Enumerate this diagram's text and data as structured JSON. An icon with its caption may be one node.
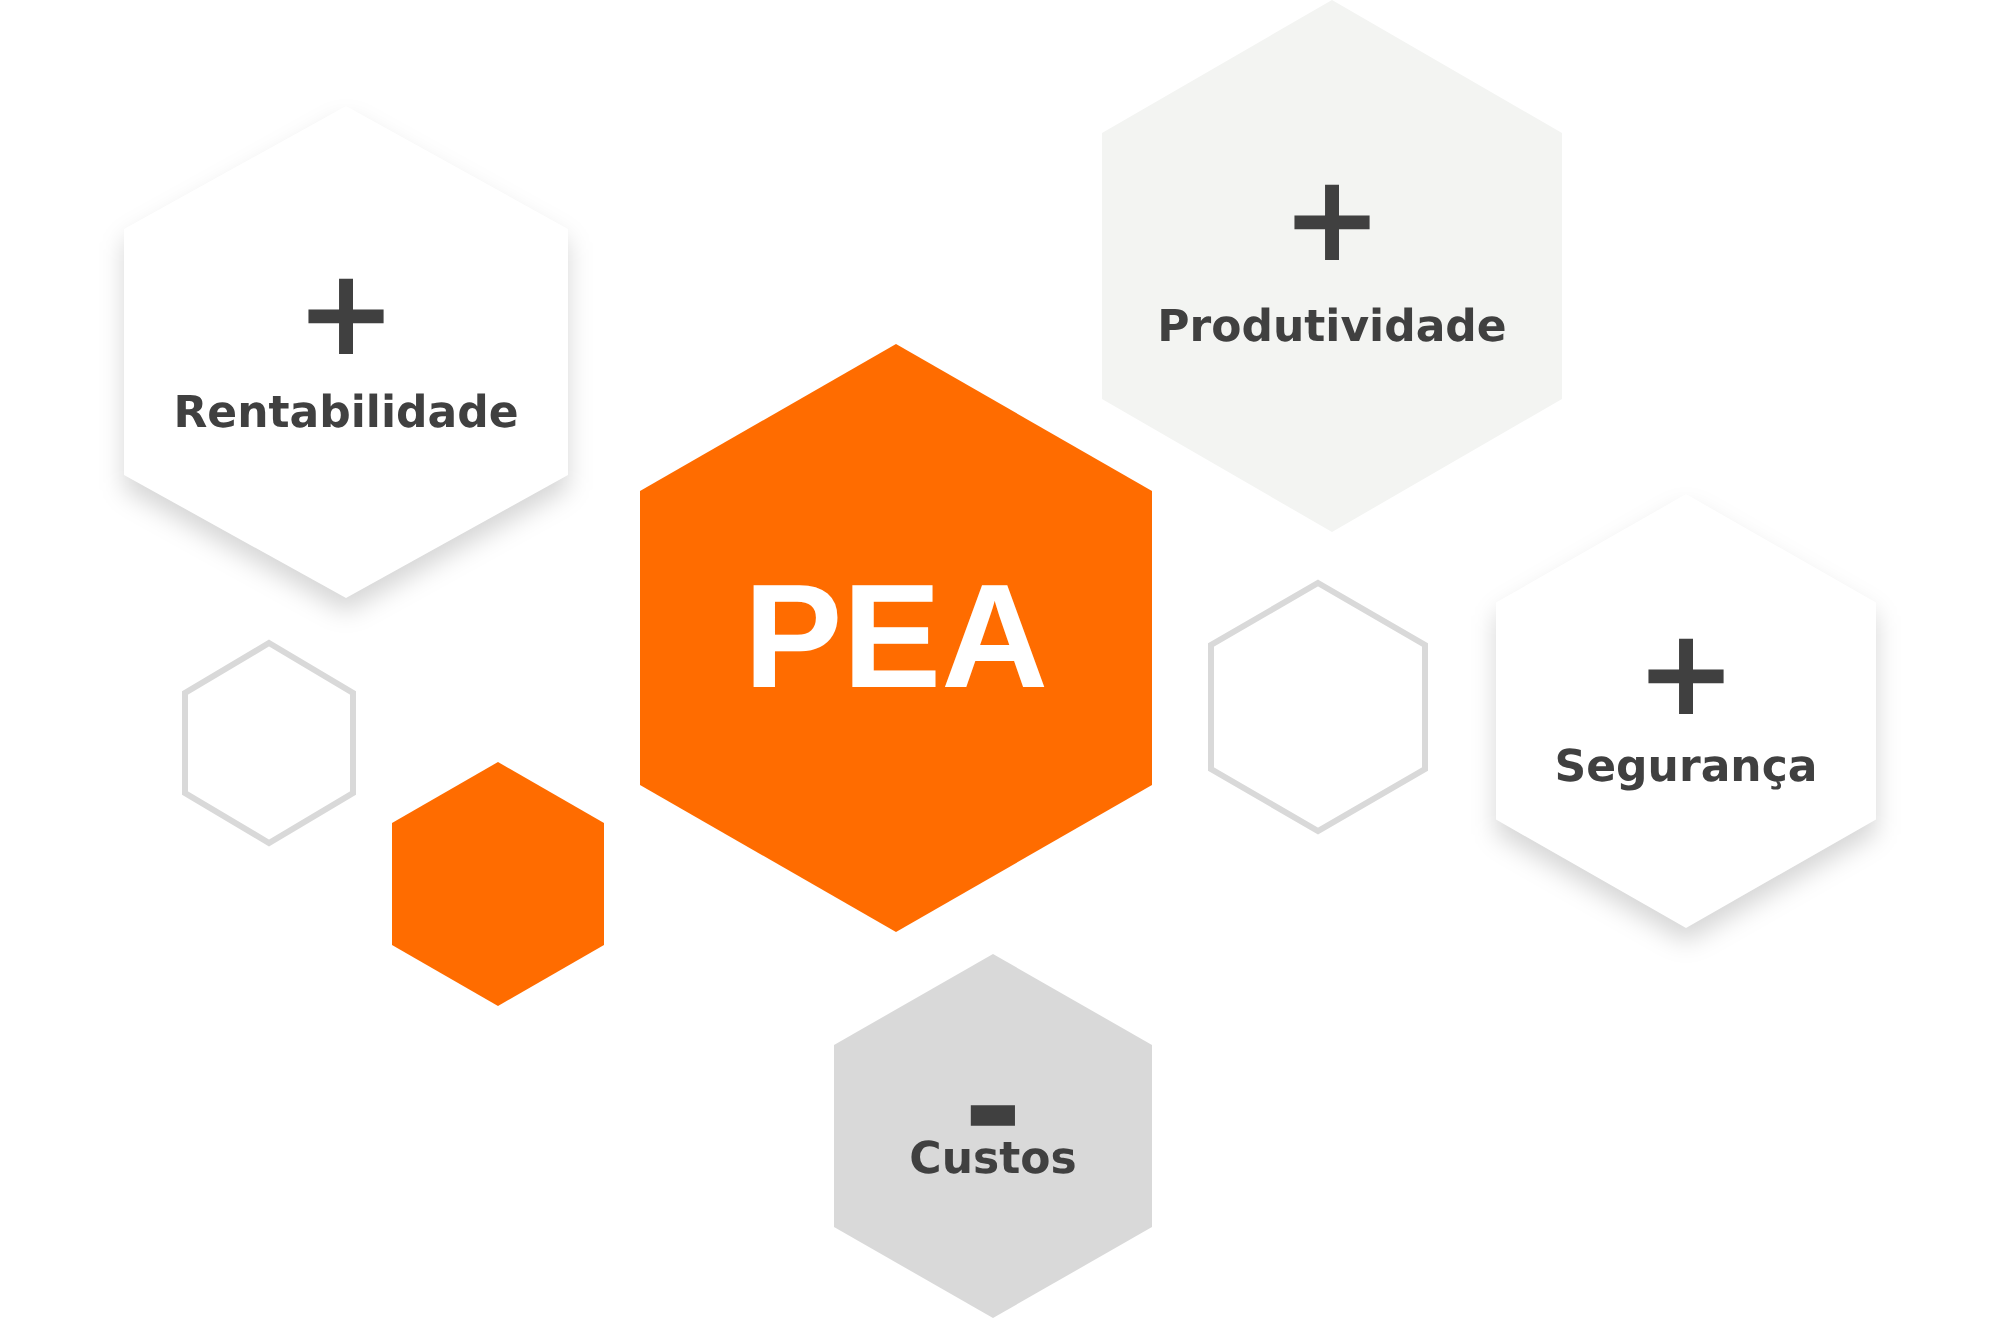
{
  "diagram": {
    "nodes": [
      {
        "text": [
          "+",
          "Rentabilidade"
        ]
      },
      {
        "text": [
          "+",
          "Produtividade"
        ]
      },
      {
        "text": [],
        "shape": "hexagon"
      },
      {
        "text": [
          "PEA"
        ]
      },
      {
        "text": [],
        "shape": "hexagon"
      },
      {
        "text": [
          "+",
          "Segurança"
        ]
      },
      {
        "text": [],
        "shape": "hexagon"
      },
      {
        "text": [
          "-",
          "Custos"
        ]
      }
    ]
  }
}
